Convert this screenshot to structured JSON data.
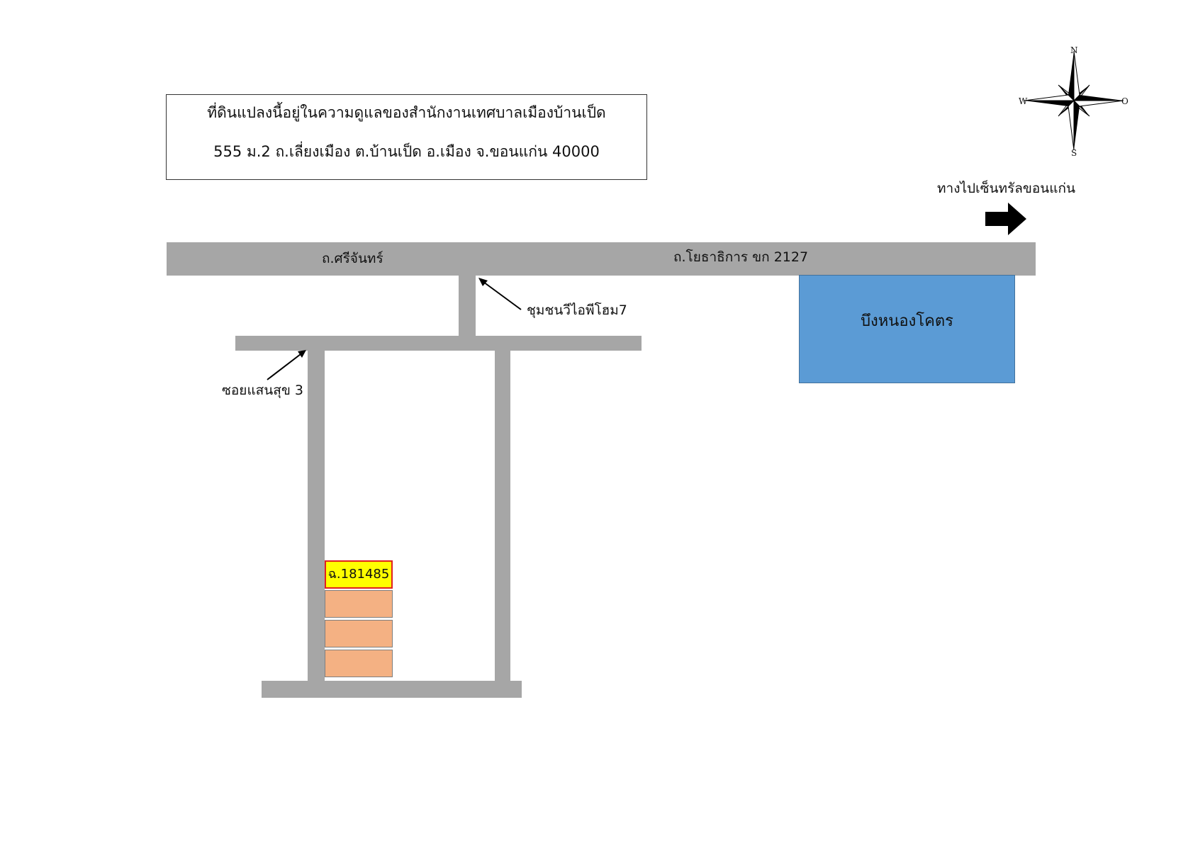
{
  "info": {
    "line1": "ที่ดินแปลงนี้อยู่ในความดูแลของสำนักงานเทศบาลเมืองบ้านเป็ด",
    "line2": "555 ม.2 ถ.เลี่ยงเมือง ต.บ้านเป็ด อ.เมือง จ.ขอนแก่น 40000"
  },
  "compass": {
    "n": "N",
    "s": "S",
    "w": "W",
    "e": "O"
  },
  "direction": {
    "label": "ทางไปเซ็นทรัลขอนแก่น",
    "icon": "arrow-right-icon"
  },
  "roads": {
    "main_left": "ถ.ศรีจันทร์",
    "main_right": "ถ.โยธาธิการ ขก 2127",
    "community": "ชุมชนวีไอพีโฮม7",
    "soi": "ซอยแสนสุข 3"
  },
  "lake": {
    "label": "บึงหนองโคตร",
    "color": "#5b9bd5"
  },
  "plot": {
    "label": "ฉ.181485",
    "highlight": "#ffff00",
    "border": "#e02020",
    "neighbor_color": "#f4b183"
  },
  "colors": {
    "road": "#a6a6a6"
  }
}
